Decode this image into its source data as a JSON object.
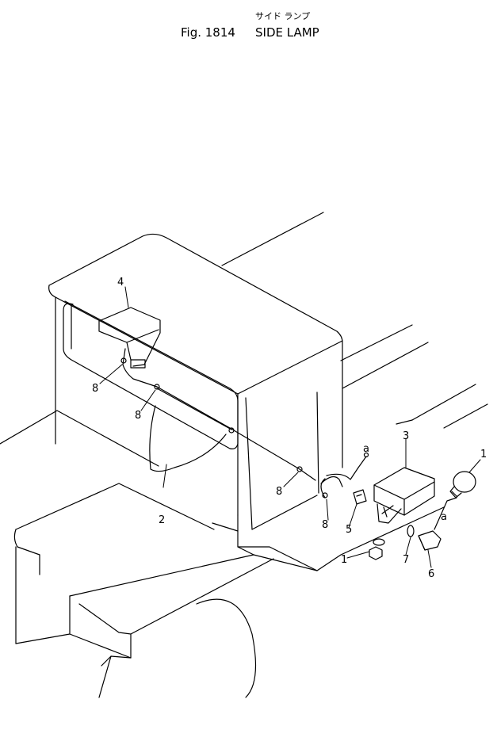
{
  "title": {
    "japanese": "サイド ランプ",
    "figure": "Fig. 1814",
    "name": "SIDE LAMP"
  },
  "callouts": [
    {
      "id": "lamp",
      "label": "1"
    },
    {
      "id": "nut",
      "label": "1"
    },
    {
      "id": "cover",
      "label": "2"
    },
    {
      "id": "lamp-case",
      "label": "3"
    },
    {
      "id": "upper-case",
      "label": "4"
    },
    {
      "id": "bracket",
      "label": "5"
    },
    {
      "id": "bolt",
      "label": "6"
    },
    {
      "id": "washer",
      "label": "7"
    },
    {
      "id": "clip-1",
      "label": "8"
    },
    {
      "id": "clip-2",
      "label": "8"
    },
    {
      "id": "clip-3",
      "label": "8"
    },
    {
      "id": "clip-4",
      "label": "8"
    }
  ],
  "connectors": [
    {
      "id": "a-upper",
      "label": "a"
    },
    {
      "id": "a-lower",
      "label": "a"
    }
  ]
}
